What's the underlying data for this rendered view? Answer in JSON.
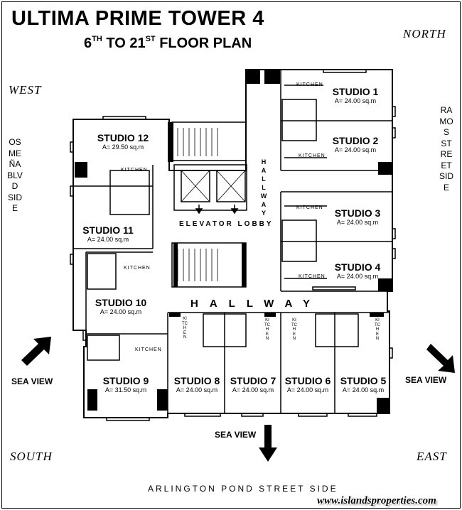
{
  "header": {
    "title": "ULTIMA PRIME TOWER 4",
    "subtitle_prefix": "6",
    "subtitle_sup1": "TH",
    "subtitle_mid": " TO 21",
    "subtitle_sup2": "ST",
    "subtitle_suffix": " FLOOR PLAN"
  },
  "compass": {
    "north": "NORTH",
    "south": "SOUTH",
    "east": "EAST",
    "west": "WEST"
  },
  "sides": {
    "left_vertical": "OSMEÑA BLVD SIDE",
    "right_vertical": "RAMOS STREET SIDE",
    "bottom": "ARLINGTON POND STREET SIDE"
  },
  "sea_view": {
    "left": "SEA VIEW",
    "right": "SEA VIEW",
    "bottom": "SEA VIEW"
  },
  "labels": {
    "hallway_horizontal": "HALLWAY",
    "hallway_vertical": "HALLWAY",
    "elevator_lobby": "ELEVATOR LOBBY",
    "kitchen": "KITCHEN"
  },
  "units": [
    {
      "name": "STUDIO 1",
      "area": "A= 24.00 sq.m"
    },
    {
      "name": "STUDIO 2",
      "area": "A= 24.00 sq.m"
    },
    {
      "name": "STUDIO 3",
      "area": "A= 24.00 sq.m"
    },
    {
      "name": "STUDIO 4",
      "area": "A= 24.00 sq.m"
    },
    {
      "name": "STUDIO 5",
      "area": "A= 24.00 sq.m"
    },
    {
      "name": "STUDIO 6",
      "area": "A= 24.00 sq.m"
    },
    {
      "name": "STUDIO 7",
      "area": "A= 24.00 sq.m"
    },
    {
      "name": "STUDIO 8",
      "area": "A= 24.00 sq.m"
    },
    {
      "name": "STUDIO 9",
      "area": "A= 31.50 sq.m"
    },
    {
      "name": "STUDIO 10",
      "area": "A= 24.00 sq.m"
    },
    {
      "name": "STUDIO 11",
      "area": "A= 24.00 sq.m"
    },
    {
      "name": "STUDIO 12",
      "area": "A= 29.50 sq.m"
    }
  ],
  "footer": {
    "url": "www.islandsproperties.com"
  }
}
